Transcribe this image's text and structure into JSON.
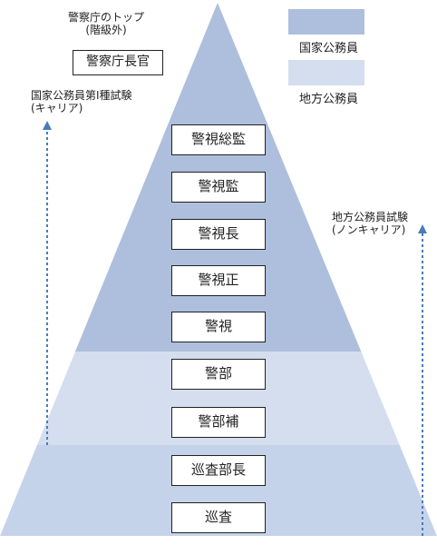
{
  "colors": {
    "national": "#aebfdd",
    "local": "#d4deee",
    "base": "#c5d3ea",
    "arrow": "#4a7bbd"
  },
  "top": {
    "caption_line1": "警察庁のトップ",
    "caption_line2": "(階級外)",
    "box": "警察庁長官"
  },
  "legend": [
    {
      "label": "国家公務員",
      "color": "#aebfdd"
    },
    {
      "label": "地方公務員",
      "color": "#d4deee"
    }
  ],
  "career": {
    "line1": "国家公務員第Ⅰ種試験",
    "line2": "(キャリア)"
  },
  "noncareer": {
    "line1": "地方公務員試験",
    "line2": "(ノンキャリア)"
  },
  "ranks": [
    "警視総監",
    "警視監",
    "警視長",
    "警視正",
    "警視",
    "警部",
    "警部補",
    "巡査部長",
    "巡査"
  ]
}
